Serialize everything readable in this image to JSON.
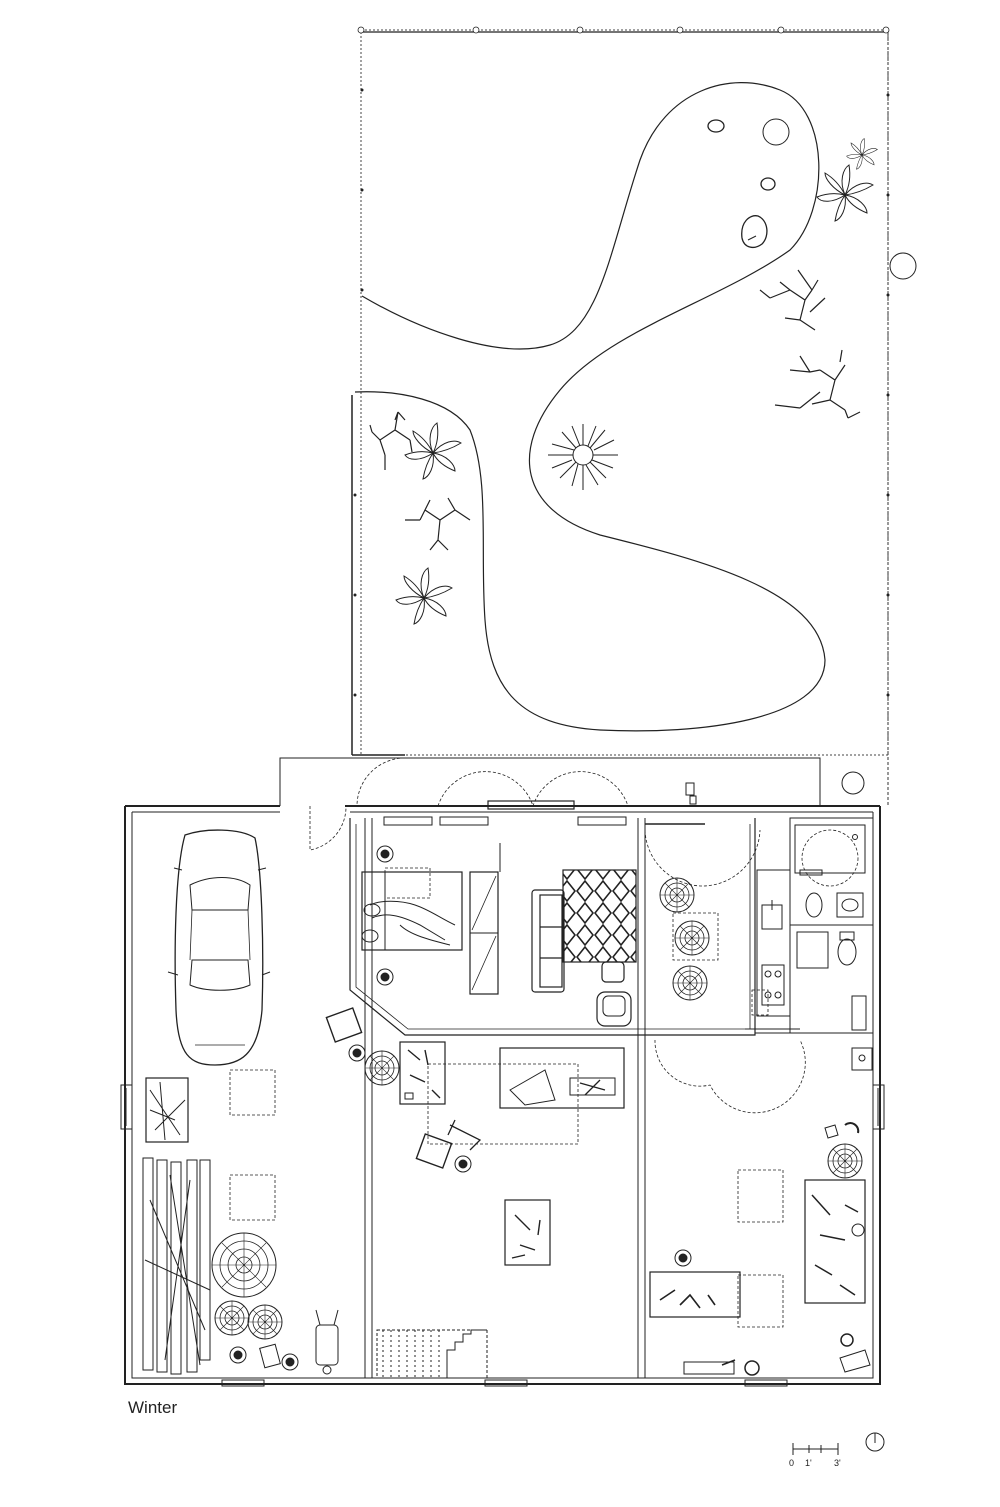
{
  "drawing": {
    "caption": "Winter",
    "scale_labels": [
      "0",
      "1'",
      "3'"
    ],
    "north_symbol": "north-arrow-icon"
  },
  "colors": {
    "line": "#222222",
    "background": "#ffffff"
  }
}
